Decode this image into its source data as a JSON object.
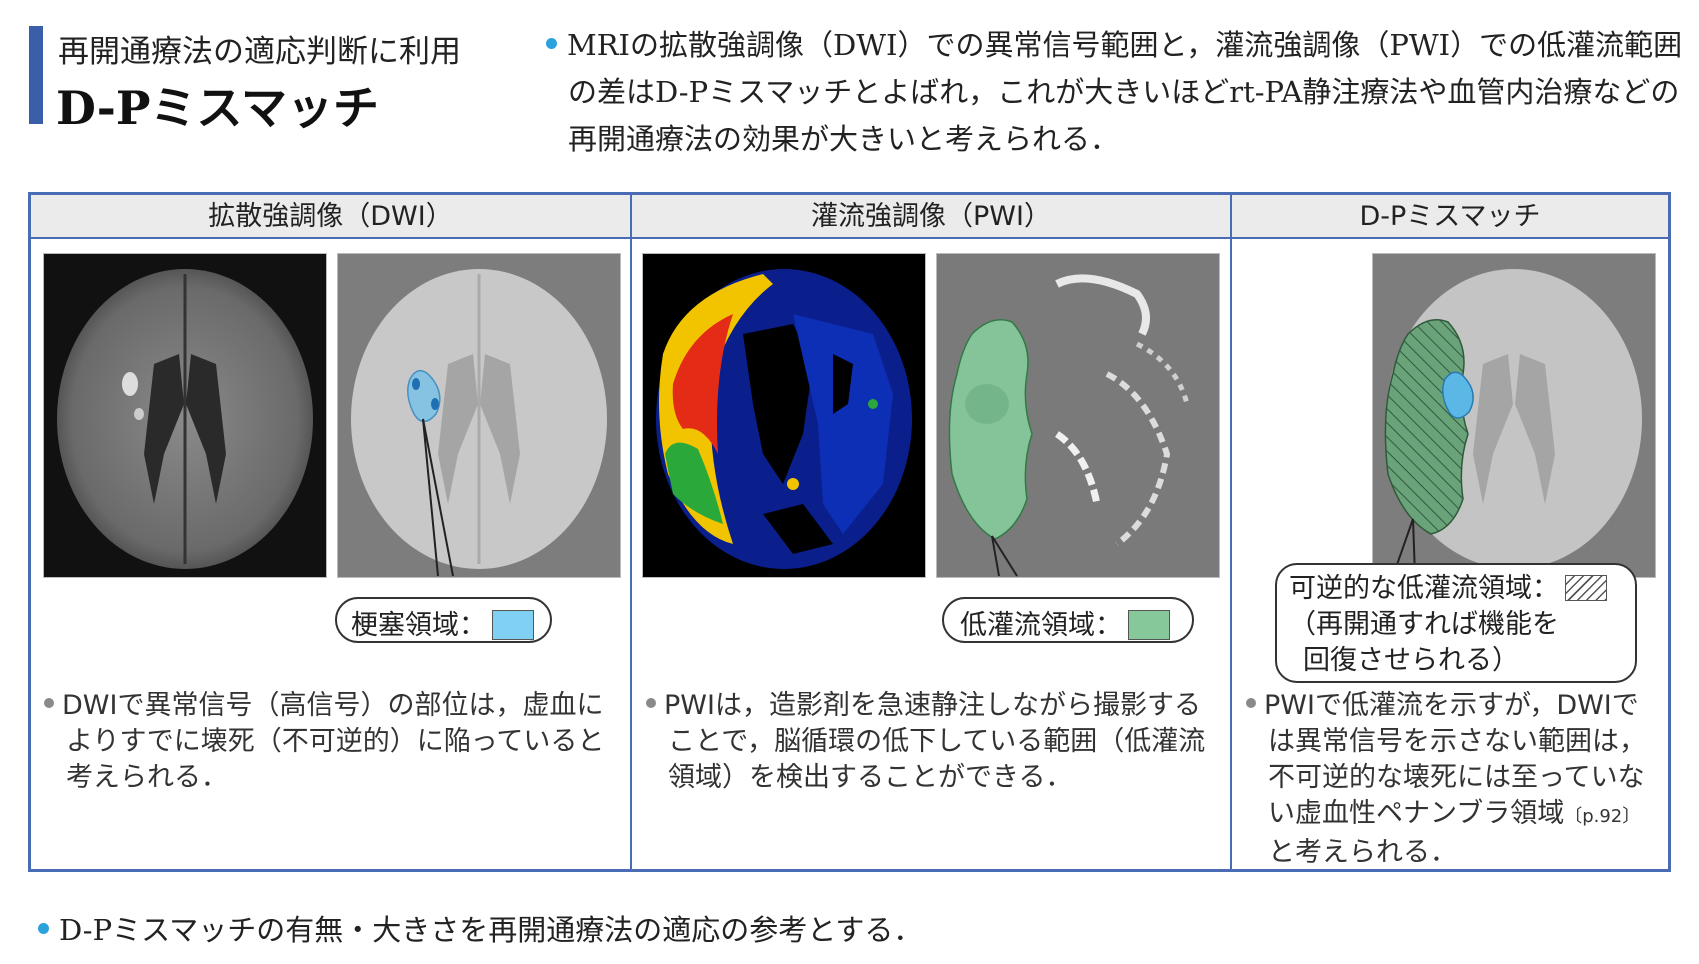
{
  "header": {
    "subtitle": "再開通療法の適応判断に利用",
    "title": "D-Pミスマッチ",
    "intro": "MRIの拡散強調像（DWI）での異常信号範囲と，灌流強調像（PWI）での低灌流範囲の差はD-Pミスマッチとよばれ，これが大きいほどrt-PA静注療法や血管内治療などの再開通療法の効果が大きいと考えられる．"
  },
  "table": {
    "columns": [
      {
        "heading": "拡散強調像（DWI）",
        "callout": "梗塞領域：",
        "description": "DWIで異常信号（高信号）の部位は，虚血によりすでに壊死（不可逆的）に陥っていると考えられる．"
      },
      {
        "heading": "灌流強調像（PWI）",
        "callout": "低灌流領域：",
        "description": "PWIは，造影剤を急速静注しながら撮影することで，脳循環の低下している範囲（低灌流領域）を検出することができる．"
      },
      {
        "heading": "D-Pミスマッチ",
        "callout_lines": [
          "可逆的な低灌流領域：",
          "（再開通すれば機能を",
          "回復させられる）"
        ],
        "description": "PWIで低灌流を示すが，DWIでは異常信号を示さない範囲は，不可逆的な壊死には至っていない虚血性ペナンブラ領域",
        "description_ref": "〔p.92〕",
        "description_end": "と考えられる．"
      }
    ]
  },
  "footer": "D-Pミスマッチの有無・大きさを再開通療法の適応の参考とする．",
  "colors": {
    "accent_bar": "#3a5fa8",
    "bullet": "#2aa2dc",
    "table_border": "#4a6cb5",
    "infarct": "#7fd0f2",
    "hypoperfusion": "#86c89a"
  }
}
